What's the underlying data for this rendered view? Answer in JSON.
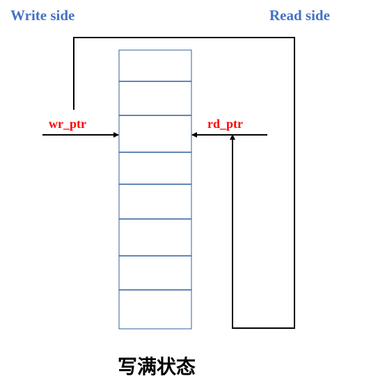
{
  "labels": {
    "write_side": "Write side",
    "read_side": "Read side",
    "wr_ptr": "wr_ptr",
    "rd_ptr": "rd_ptr",
    "caption": "写满状态"
  },
  "fifo": {
    "slot_count": 8
  },
  "colors": {
    "side_label": "#4472c4",
    "pointer_label": "#ff0000",
    "fifo_border": "#2e5f9e",
    "line": "#000000"
  }
}
